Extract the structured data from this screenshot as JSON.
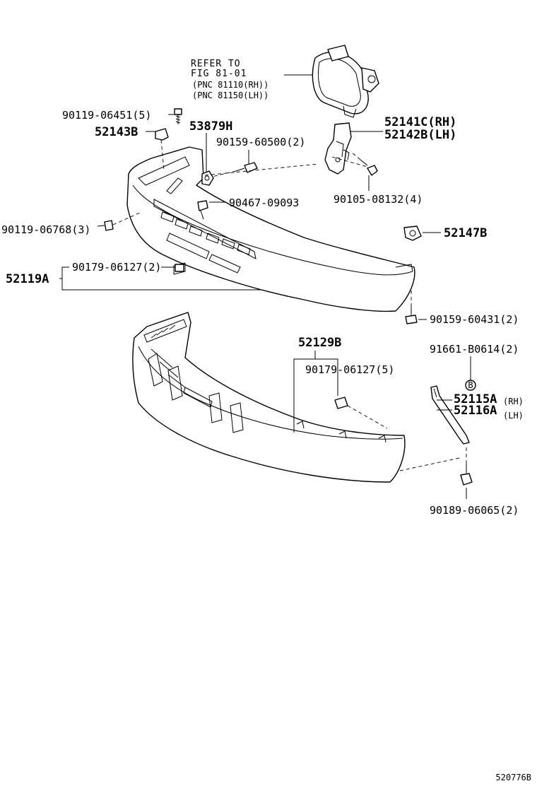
{
  "reference_note": {
    "line1": "REFER TO",
    "line2": "FIG 81-01",
    "line3": "(PNC 81110(RH))",
    "line4": "(PNC 81150(LH))"
  },
  "parts": {
    "p_90119_06451": "90119-06451(5)",
    "p_52143B": "52143B",
    "p_53879H": "53879H",
    "p_90159_60500": "90159-60500(2)",
    "p_52141C": "52141C(RH)",
    "p_52142B": "52142B(LH)",
    "p_90105_08132": "90105-08132(4)",
    "p_90467_09093": "90467-09093",
    "p_90119_06768": "90119-06768(3)",
    "p_52147B": "52147B",
    "p_90179_06127_2": "90179-06127(2)",
    "p_52119A": "52119A",
    "p_90159_60431": "90159-60431(2)",
    "p_52129B": "52129B",
    "p_91661_B0614": "91661-B0614(2)",
    "p_90179_06127_5": "90179-06127(5)",
    "p_52115A": "52115A",
    "p_52116A": "52116A",
    "p_rh": "(RH)",
    "p_lh": "(LH)",
    "p_90189_06065": "90189-06065(2)"
  },
  "callout_B": "B",
  "diagram_id": "520776B"
}
